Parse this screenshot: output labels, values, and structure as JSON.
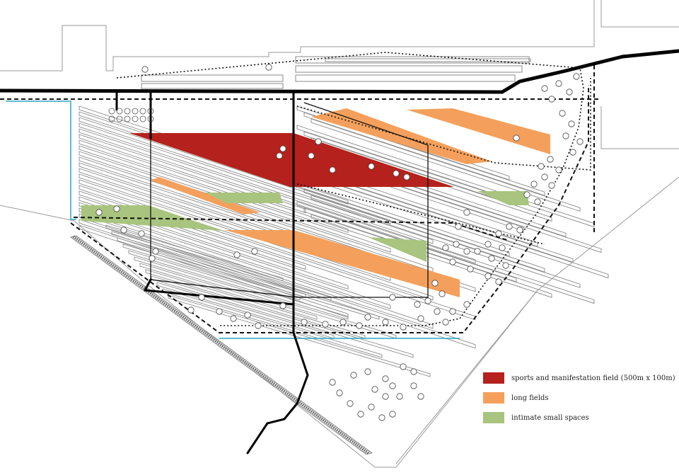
{
  "legend": {
    "items": [
      {
        "label": "sports and manifestation field (500m x 100m)",
        "color": "#b5211c"
      },
      {
        "label": "long fields",
        "color": "#f4a05c"
      },
      {
        "label": "intimate small spaces",
        "color": "#a8c47e"
      }
    ]
  },
  "colors": {
    "water": "#2aa6c4",
    "road": "#000000",
    "outline": "#9a9a9a"
  }
}
